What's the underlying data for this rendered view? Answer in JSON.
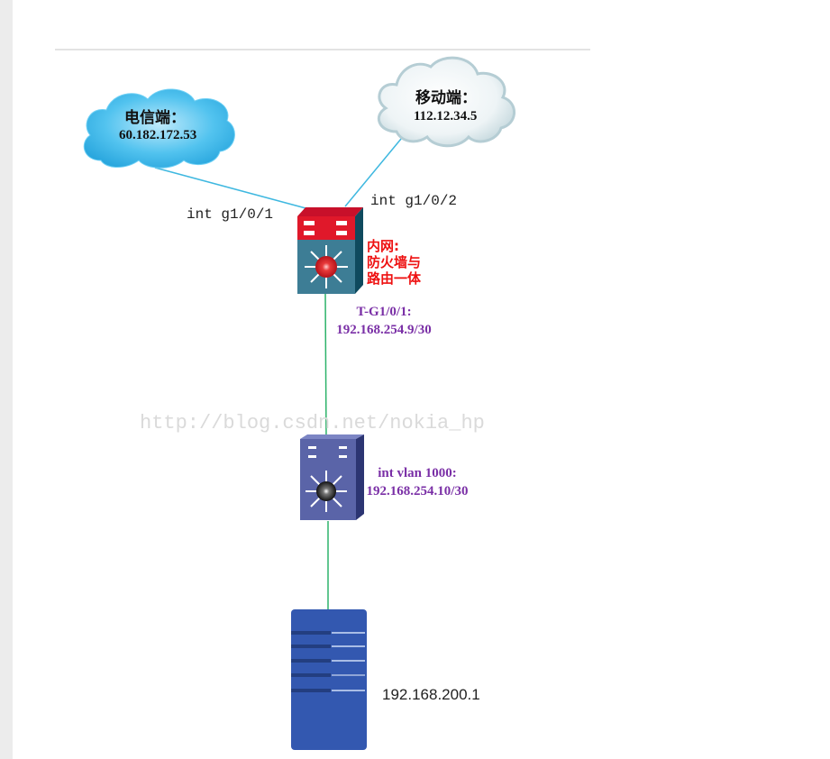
{
  "diagram": {
    "nodes": {
      "telecom_cloud": {
        "title": "电信端：",
        "ip": "60.182.172.53"
      },
      "mobile_cloud": {
        "title": "移动端：",
        "ip": "112.12.34.5"
      },
      "firewall_router": {
        "label_lines": [
          "内网:",
          "防火墙与",
          "路由一体"
        ],
        "interface": "T-G1/0/1:",
        "ip": "192.168.254.9/30"
      },
      "core_switch": {
        "interface": "int vlan 1000:",
        "ip": "192.168.254.10/30"
      },
      "server": {
        "ip": "192.168.200.1"
      }
    },
    "ports": {
      "left": "int g1/0/1",
      "right": "int g1/0/2"
    },
    "watermark": "http://blog.csdn.net/nokia_hp",
    "colors": {
      "wan_link": "#3fb8e0",
      "lan_link": "#2db36a",
      "firewall_red": "#e0182a",
      "label_red": "#ee1111",
      "label_purple": "#7a2fa6",
      "server_blue": "#3358b0",
      "switch_blue": "#5a64a8"
    }
  }
}
